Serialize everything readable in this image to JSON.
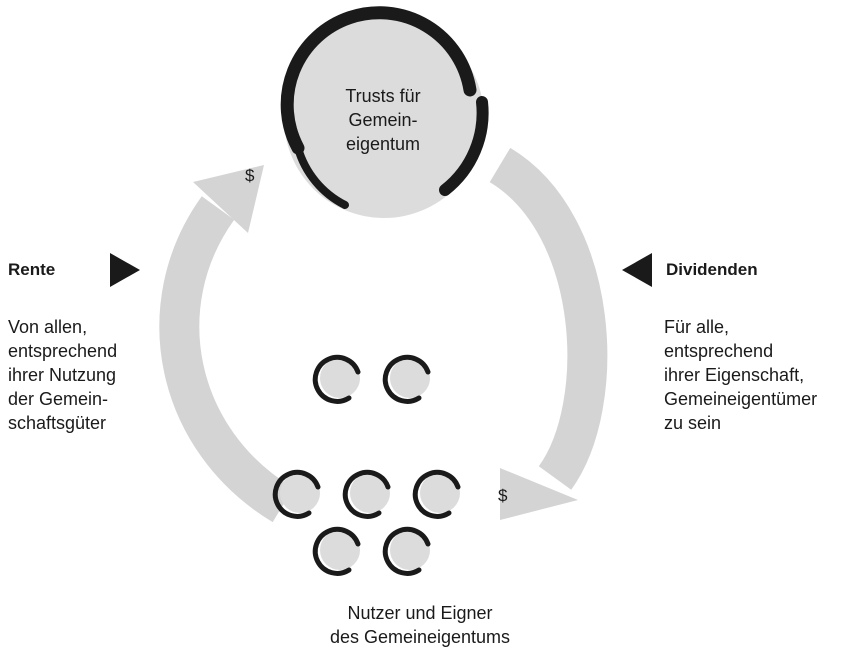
{
  "trust": {
    "lines": [
      "Trusts für",
      "Gemein-",
      "eigentum"
    ]
  },
  "rente": {
    "title": "Rente",
    "lines": [
      "Von allen,",
      "entsprechend",
      "ihrer Nutzung",
      "der Gemein-",
      "schaftsgüter"
    ]
  },
  "dividenden": {
    "title": "Dividenden",
    "lines": [
      "Für alle,",
      "entsprechend",
      "ihrer Eigenschaft,",
      "Gemeineigentümer",
      "zu sein"
    ]
  },
  "users": {
    "lines": [
      "Nutzer und Eigner",
      "des Gemeineigentums"
    ]
  },
  "flows": {
    "left_symbol": "$",
    "right_symbol": "$"
  },
  "colors": {
    "arrow": "#d4d4d4",
    "circle_fill": "#dcdcdc",
    "brush": "#1a1a1a",
    "pointer": "#1a1a1a",
    "text": "#1a1a1a"
  }
}
